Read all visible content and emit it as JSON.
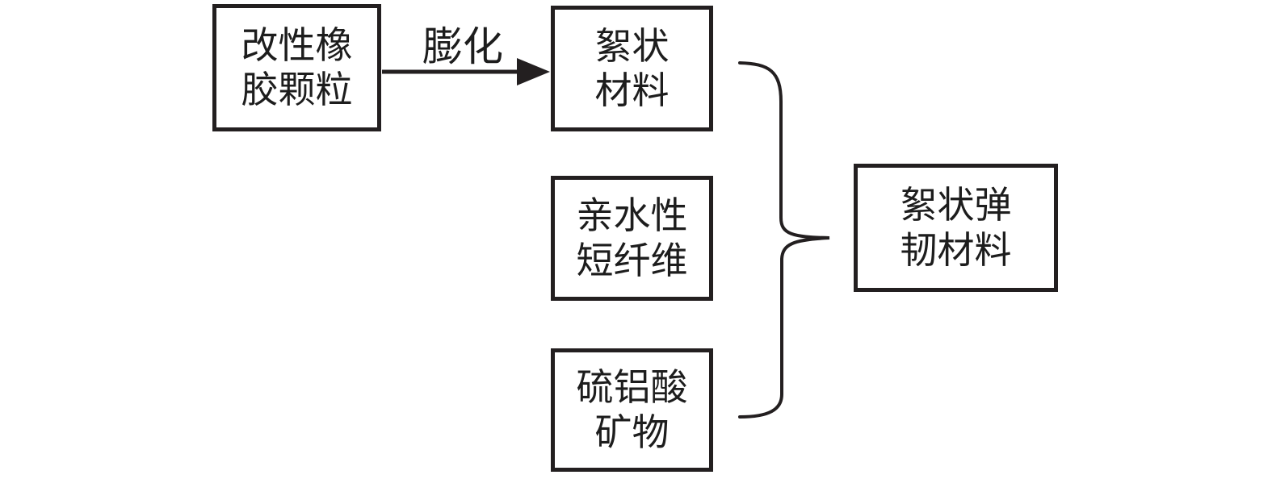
{
  "diagram": {
    "title_hint": "flowchart of flocculent elastic-tough material preparation",
    "colors": {
      "line": "#231f20",
      "text": "#1d1d1d",
      "background": "#ffffff"
    },
    "nodes": {
      "modified_rubber_particles": {
        "line1": "改性橡",
        "line2": "胶颗粒"
      },
      "flocculent_material": {
        "line1": "絮状",
        "line2": "材料"
      },
      "hydrophilic_short_fiber": {
        "line1": "亲水性",
        "line2": "短纤维"
      },
      "sulfoaluminate_mineral": {
        "line1": "硫铝酸",
        "line2": "矿物"
      },
      "flocculent_elastic_tough_material": {
        "line1": "絮状弹",
        "line2": "韧材料"
      }
    },
    "edges": {
      "expansion_arrow": {
        "label": "膨化"
      }
    }
  }
}
